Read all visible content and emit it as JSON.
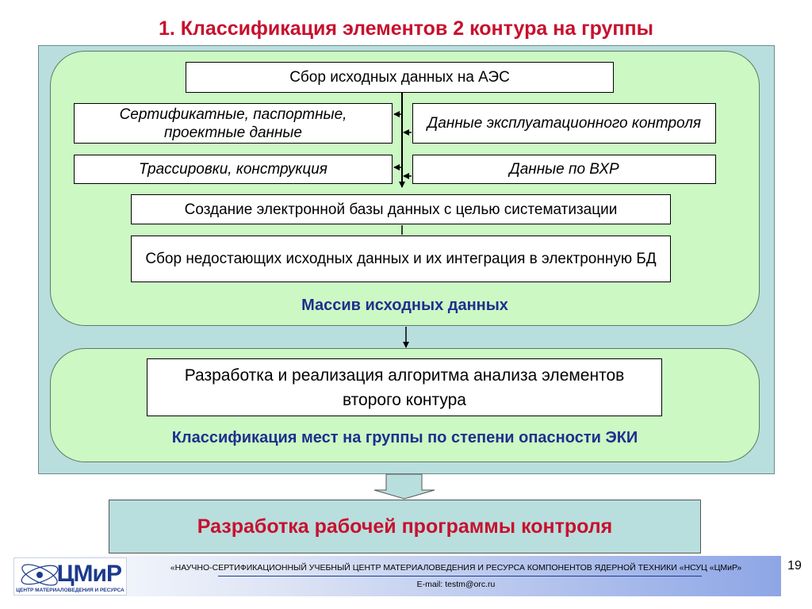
{
  "slide": {
    "title": "1. Классификация элементов 2 контура на группы",
    "page_number": "19"
  },
  "panel_top": {
    "header_box": "Сбор исходных данных на АЭС",
    "left_items": [
      "Сертификатные, паспортные, проектные данные",
      "Трассировки, конструкция"
    ],
    "right_items": [
      "Данные эксплуатационного контроля",
      "Данные по ВХР"
    ],
    "database_box": "Создание электронной базы данных с целью систематизации",
    "integration_box": "Сбор недостающих исходных данных и их интеграция в электронную БД",
    "caption": "Массив исходных данных"
  },
  "panel_bottom": {
    "algorithm_box": "Разработка и реализация алгоритма анализа элементов второго контура",
    "caption": "Классификация мест на группы по степени опасности ЭКИ"
  },
  "result": {
    "label": "Разработка рабочей программы контроля"
  },
  "footer": {
    "logo_text": "ЦМиР",
    "logo_subtitle": "ЦЕНТР МАТЕРИАЛОВЕДЕНИЯ И РЕСУРСА",
    "organization": "«НАУЧНО-СЕРТИФИКАЦИОННЫЙ УЧЕБНЫЙ ЦЕНТР МАТЕРИАЛОВЕДЕНИЯ И РЕСУРСА КОМПОНЕНТОВ ЯДЕРНОЙ ТЕХНИКИ «НСУЦ «ЦМиР»",
    "email": "E-mail: testm@orc.ru"
  },
  "colors": {
    "title": "#c8102e",
    "caption": "#1f2f8f",
    "panel_fill": "#ccf8c4",
    "frame_fill": "#b9dede"
  },
  "icons": [
    "atom-orbit-icon"
  ]
}
